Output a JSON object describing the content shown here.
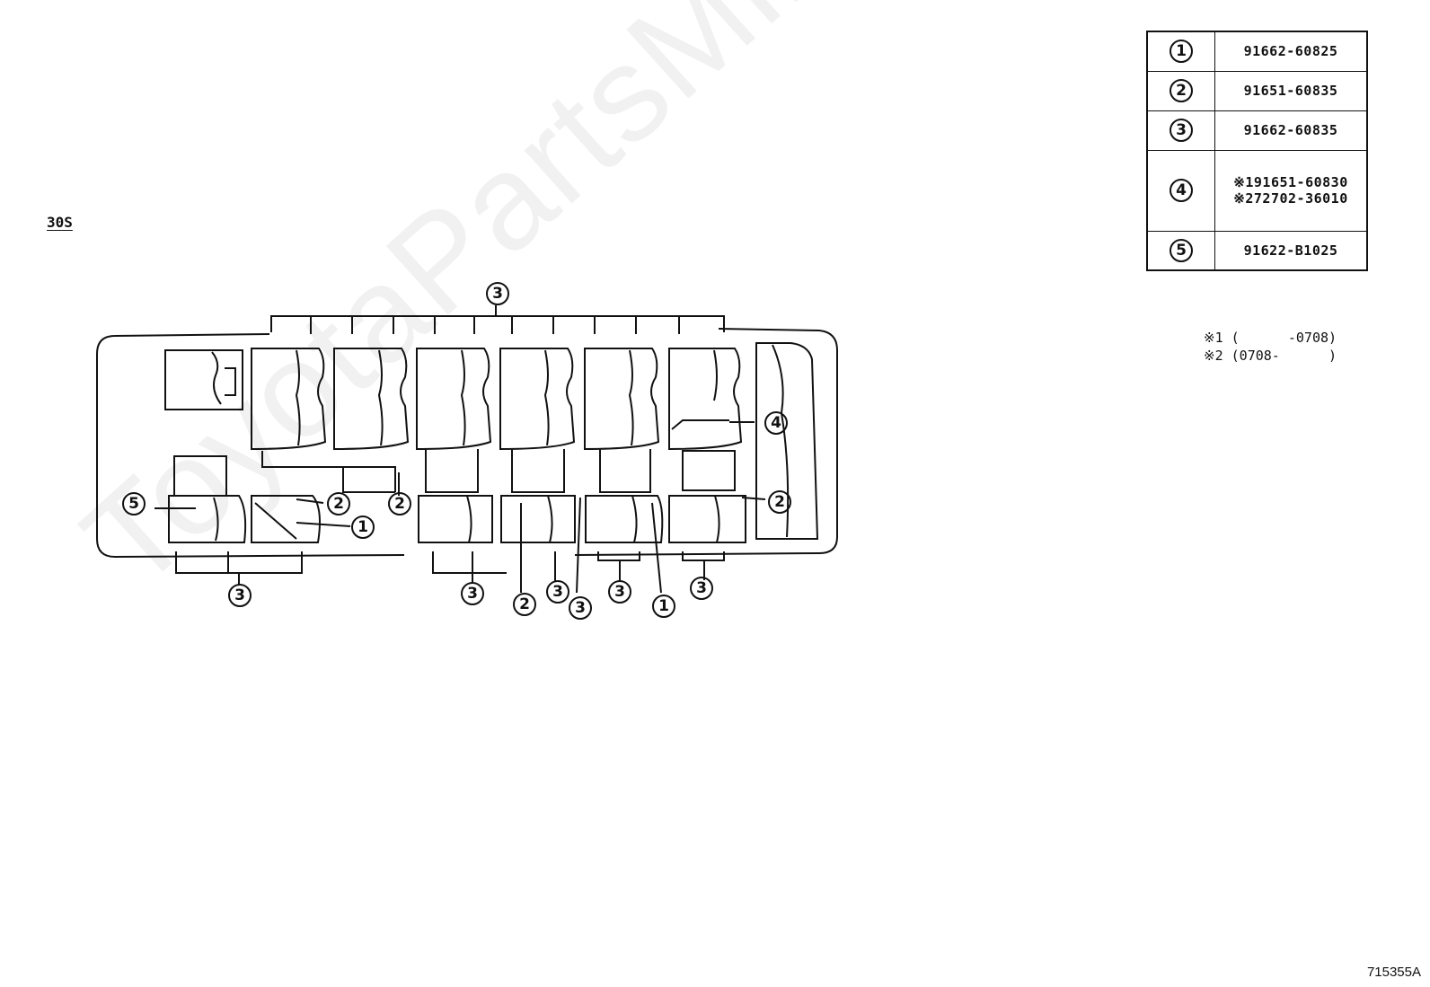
{
  "section_label": "30S",
  "watermark": "ToyotaPartsMine.ru",
  "parts_table": [
    {
      "index": "1",
      "lines": [
        "91662-60825"
      ]
    },
    {
      "index": "2",
      "lines": [
        "91651-60835"
      ]
    },
    {
      "index": "3",
      "lines": [
        "91662-60835"
      ]
    },
    {
      "index": "4",
      "lines": [
        "※191651-60830",
        "※272702-36010"
      ]
    },
    {
      "index": "5",
      "lines": [
        "91622-B1025"
      ]
    }
  ],
  "notes": [
    {
      "mark": "※1",
      "range": "(      -0708)"
    },
    {
      "mark": "※2",
      "range": "(0708-      )"
    }
  ],
  "callouts": {
    "top_bracket": "3",
    "row4": "4",
    "left5": "5",
    "left2a": "2",
    "left1": "1",
    "mid2": "2",
    "right2": "2",
    "bottom3_left": "3",
    "bottom3_mid": "3",
    "bottom2": "2",
    "bottom3b": "3",
    "bottom3c": "3",
    "bottom3d": "3",
    "bottom1": "1",
    "bottom3e": "3"
  },
  "document_code": "715355A"
}
